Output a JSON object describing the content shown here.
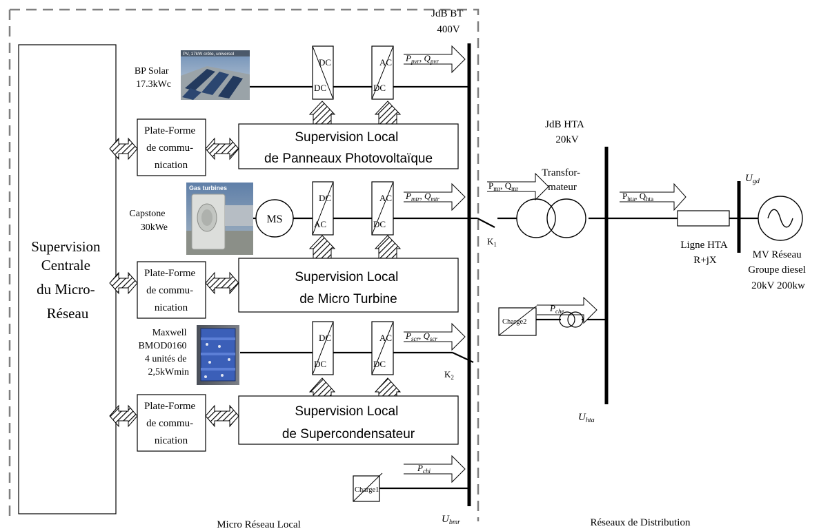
{
  "regions": {
    "local": "Micro Réseau Local",
    "distribution": "Réseaux de Distribution"
  },
  "central": {
    "lines": [
      "Supervision",
      "Centrale",
      "du Micro-",
      "Réseau"
    ]
  },
  "platforms": [
    {
      "lines": [
        "Plate-Forme",
        "de commu-",
        "nication"
      ]
    },
    {
      "lines": [
        "Plate-Forme",
        "de commu-",
        "nication"
      ]
    },
    {
      "lines": [
        "Plate-Forme",
        "de commu-",
        "nication"
      ]
    }
  ],
  "supervisions": [
    {
      "lines": [
        "Supervision Local",
        "de Panneaux Photovoltaïque"
      ]
    },
    {
      "lines": [
        "Supervision Local",
        "de Micro Turbine"
      ]
    },
    {
      "lines": [
        "Supervision Local",
        "de Supercondensateur"
      ]
    }
  ],
  "sources": {
    "pv": {
      "lines": [
        "BP Solar",
        "17.3kWc"
      ],
      "photo_caption": "PV, 17kW crête, universol"
    },
    "turbine": {
      "lines": [
        "Capstone",
        "30kWe"
      ],
      "photo_caption": "Gas turbines"
    },
    "supercap": {
      "lines": [
        "Maxwell",
        "BMOD0160",
        "4 unités de",
        "2,5kWmin"
      ]
    }
  },
  "converters": {
    "pv_1": {
      "top": "DC",
      "bottom": "DC"
    },
    "pv_2": {
      "top": "AC",
      "bottom": "DC"
    },
    "mt_1": {
      "top": "DC",
      "bottom": "AC"
    },
    "mt_2": {
      "top": "AC",
      "bottom": "DC"
    },
    "sc_1": {
      "top": "DC",
      "bottom": "DC"
    },
    "sc_2": {
      "top": "AC",
      "bottom": "DC"
    }
  },
  "machine": "MS",
  "flows": {
    "pv": {
      "p": "P",
      "p_sub": "pvr",
      "q": "Q",
      "q_sub": "pvr"
    },
    "mt": {
      "p": "P",
      "p_sub": "mtr",
      "q": "Q",
      "q_sub": "mtr"
    },
    "sc": {
      "p": "P",
      "p_sub": "scr",
      "q": "Q",
      "q_sub": "scr"
    },
    "chi": {
      "p": "P",
      "p_sub": "chi"
    },
    "mr": {
      "p": "P",
      "p_sub": "mr",
      "q": "Q",
      "q_sub": "mr"
    },
    "hta": {
      "p": "P",
      "p_sub": "hta",
      "q": "Q",
      "q_sub": "hta"
    },
    "che": {
      "p": "P",
      "p_sub": "che"
    }
  },
  "bus_bt": {
    "lines": [
      "JdB BT",
      "400V"
    ],
    "voltage": "U",
    "voltage_sub": "bmr"
  },
  "bus_hta": {
    "lines": [
      "JdB HTA",
      "20kV"
    ],
    "voltage": "U",
    "voltage_sub": "hta"
  },
  "grid_voltage": {
    "u": "U",
    "sub": "gd"
  },
  "switches": {
    "k1": {
      "k": "K",
      "sub": "1"
    },
    "k2": {
      "k": "K",
      "sub": "2"
    }
  },
  "transformer": [
    "Transfor-",
    "mateur"
  ],
  "line_hta": [
    "Ligne HTA",
    "R+jX"
  ],
  "grid": [
    "MV Réseau",
    "Groupe diesel",
    "20kV 200kw"
  ],
  "loads": {
    "charge1": "Charge1",
    "charge2": "Charge2"
  }
}
